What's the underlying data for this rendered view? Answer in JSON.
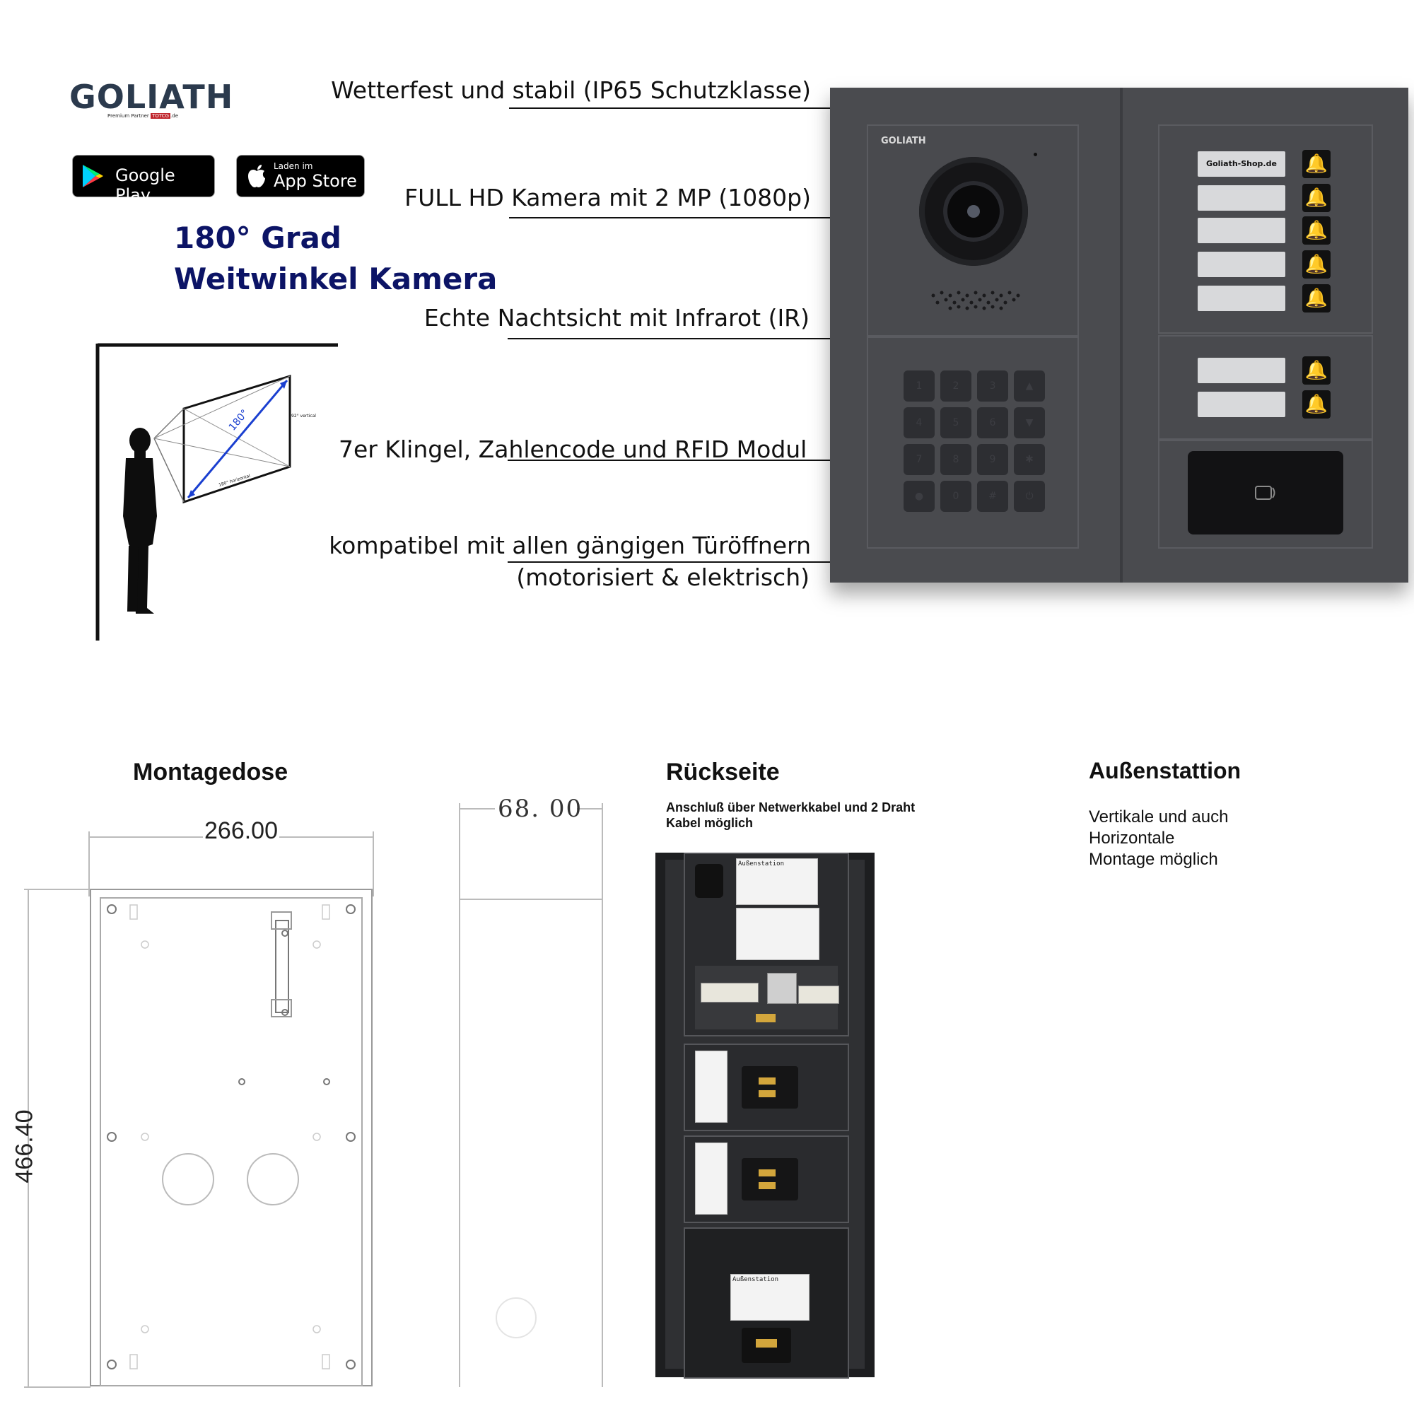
{
  "brand": {
    "logo": "GOLIATH",
    "partner_text": "Premium Partner",
    "partner_badge": "TOTCG",
    "partner_domain": ".de"
  },
  "stores": {
    "google": {
      "label": "Google Play"
    },
    "apple": {
      "small": "Laden im",
      "label": "App Store"
    }
  },
  "headline": {
    "line1": "180° Grad",
    "line2": "Weitwinkel Kamera"
  },
  "diagram": {
    "angle": "180°",
    "vertical": "92° vertical",
    "horizontal": "180° horizontal"
  },
  "features": [
    "Wetterfest und stabil (IP65 Schutzklasse)",
    "FULL HD Kamera mit 2 MP (1080p)",
    "Echte Nachtsicht mit Infrarot (IR)",
    "7er Klingel, Zahlencode und RFID Modul",
    "kompatibel mit allen gängigen Türöffnern",
    "(motorisiert & elektrisch)"
  ],
  "device": {
    "brand": "GOLIATH",
    "nameplate": "Goliath-Shop.de",
    "keys": [
      "1",
      "2",
      "3",
      "▲",
      "4",
      "5",
      "6",
      "▼",
      "7",
      "8",
      "9",
      "✱",
      "●",
      "0",
      "#",
      "⏻"
    ]
  },
  "montagedose": {
    "title": "Montagedose",
    "width": "266.00",
    "height": "466.40",
    "depth": "68. 00"
  },
  "rueckseite": {
    "title": "Rückseite",
    "subtitle_line1": "Anschluß über Netwerkkabel und 2 Draht",
    "subtitle_line2": "Kabel möglich",
    "label_title": "Außenstation"
  },
  "aussenstation": {
    "title": "Außenstattion",
    "line1": "Vertikale und auch",
    "line2": "Horizontale",
    "line3": "Montage möglich"
  },
  "colors": {
    "headline": "#0c1466",
    "device": "#4a4b4f",
    "logo": "#2b3a4d",
    "badge_red": "#c0262d"
  }
}
